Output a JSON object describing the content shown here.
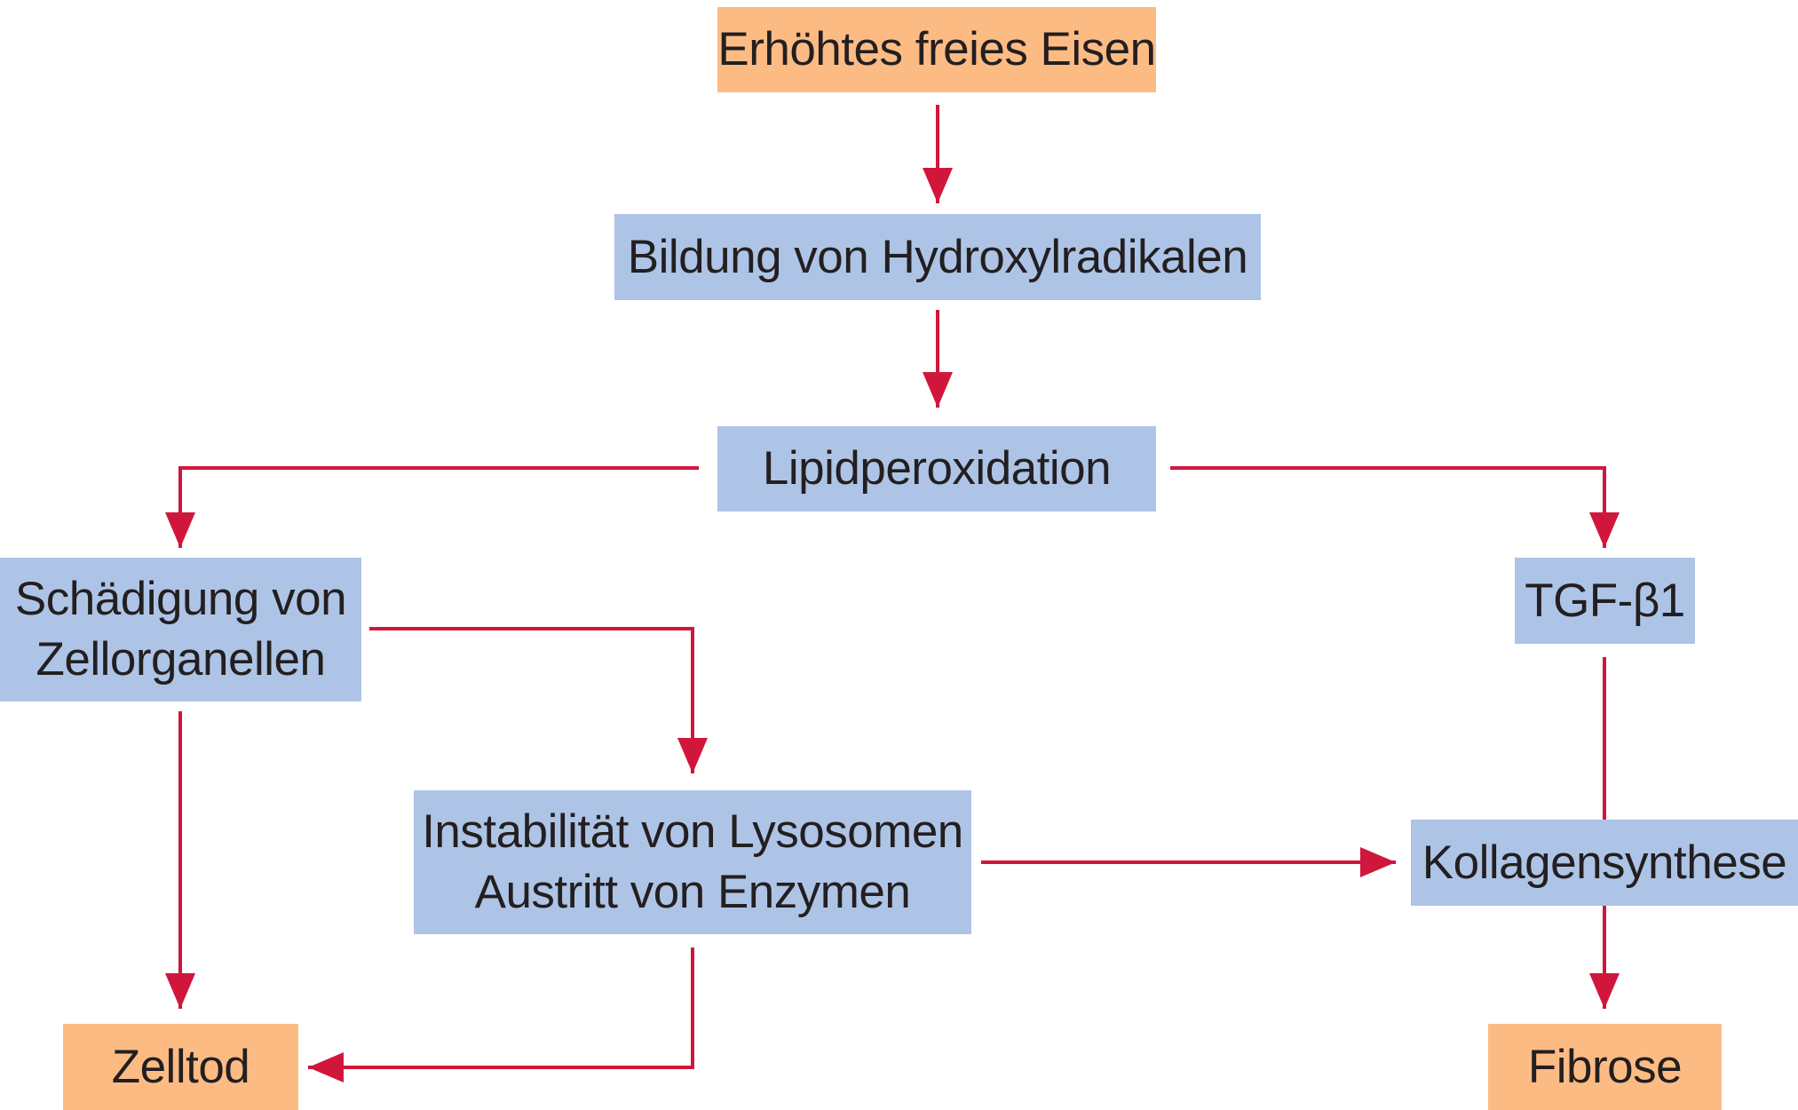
{
  "nodes": {
    "iron": "Erhöhtes freies Eisen",
    "hydroxy": "Bildung von Hydroxylradikalen",
    "lipid": "Lipidperoxidation",
    "damage": [
      "Schädigung von",
      "Zellorganellen"
    ],
    "tgf": "TGF-β1",
    "lyso": [
      "Instabilität von Lysosomen",
      "Austritt von Enzymen"
    ],
    "koll": "Kollagensynthese",
    "zelltod": "Zelltod",
    "fibrose": "Fibrose"
  },
  "colors": {
    "start_end": "#fdbb84",
    "process": "#aec4e6",
    "arrow": "#d1163c",
    "text": "#231f20"
  },
  "edges": [
    {
      "from": "iron",
      "to": "hydroxy"
    },
    {
      "from": "hydroxy",
      "to": "lipid"
    },
    {
      "from": "lipid",
      "to": "damage"
    },
    {
      "from": "lipid",
      "to": "tgf"
    },
    {
      "from": "damage",
      "to": "lyso"
    },
    {
      "from": "damage",
      "to": "zelltod"
    },
    {
      "from": "lyso",
      "to": "koll"
    },
    {
      "from": "lyso",
      "to": "zelltod"
    },
    {
      "from": "tgf",
      "to": "koll"
    },
    {
      "from": "koll",
      "to": "fibrose"
    }
  ]
}
